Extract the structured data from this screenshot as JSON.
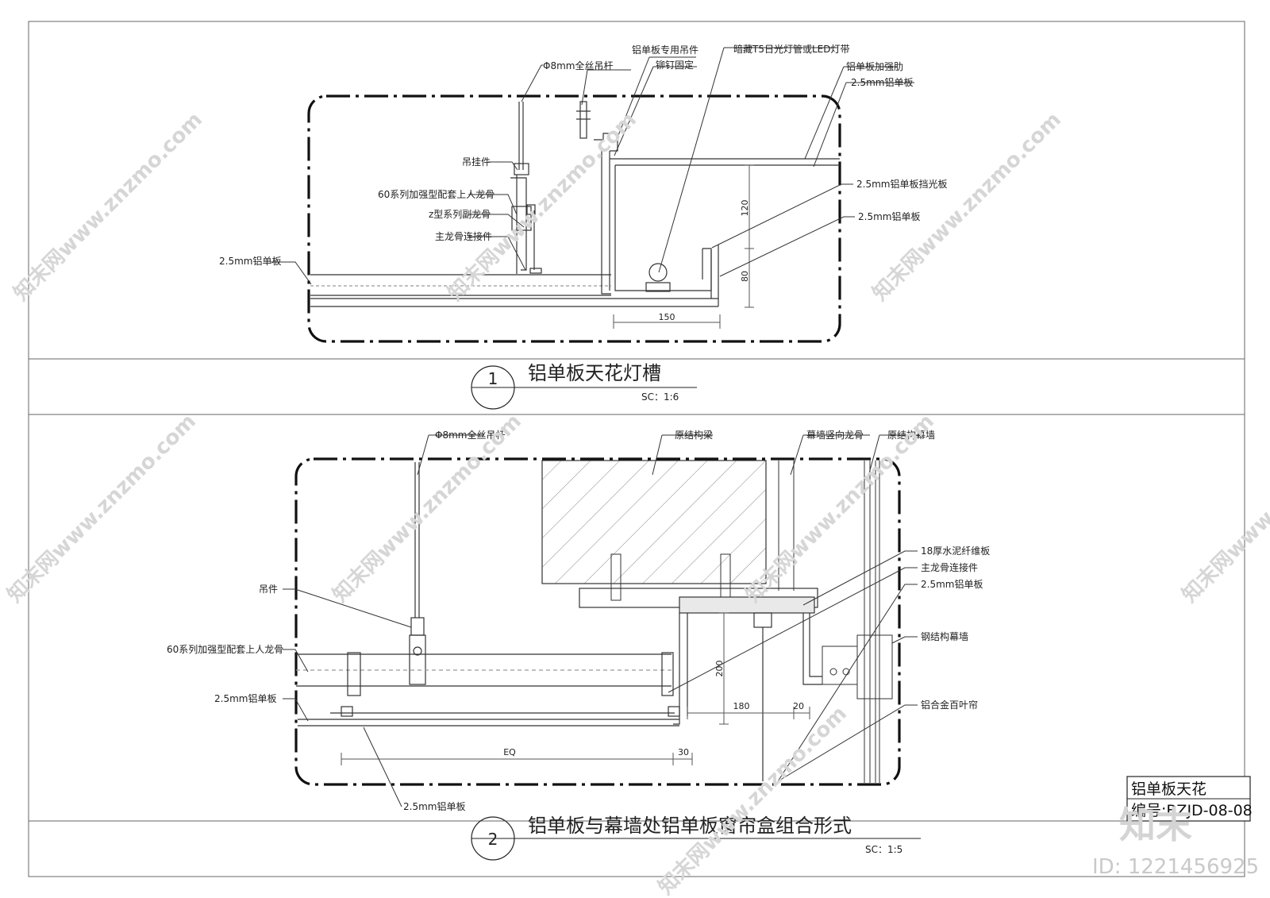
{
  "detail1": {
    "number": "1",
    "title": "铝单板天花灯槽",
    "scale": "SC：1:6",
    "labels": {
      "rod": "Φ8mm全丝吊杆",
      "hanger_special": "铝单板专用吊件",
      "rivet": "铆钉固定",
      "light": "暗藏T5日光灯管或LED灯带",
      "rib": "铝单板加强肋",
      "panel_top": "2.5mm铝单板",
      "hanger": "吊挂件",
      "main_keel": "60系列加强型配套上人龙骨",
      "z_keel": "z型系列副龙骨",
      "connector": "主龙骨连接件",
      "panel_left": "2.5mm铝单板",
      "baffle": "2.5mm铝单板挡光板",
      "panel_right": "2.5mm铝单板"
    },
    "dims": {
      "d120": "120",
      "d80": "80",
      "d150": "150"
    }
  },
  "detail2": {
    "number": "2",
    "title": "铝单板与幕墙处铝单板窗帘盒组合形式",
    "scale": "SC：1:5",
    "labels": {
      "rod": "Φ8mm全丝吊杆",
      "beam": "原结构梁",
      "mullion": "幕墙竖向龙骨",
      "curtain_wall": "原结构幕墙",
      "board18": "18厚水泥纤维板",
      "connector": "主龙骨连接件",
      "panel_r": "2.5mm铝单板",
      "hanger": "吊件",
      "main_keel": "60系列加强型配套上人龙骨",
      "panel_l": "2.5mm铝单板",
      "steel_wall": "钢结构幕墙",
      "blind": "铝合金百叶帘",
      "panel_bottom": "2.5mm铝单板"
    },
    "dims": {
      "d200": "200",
      "d180": "180",
      "d20": "20",
      "eq": "EQ",
      "d30": "30"
    }
  },
  "title_block": {
    "name": "铝单板天花",
    "code": "编号:BZJD-08-08"
  },
  "watermark": {
    "text": "知末网www.znzmo.com",
    "logo": "知末",
    "id": "ID: 1221456925"
  }
}
